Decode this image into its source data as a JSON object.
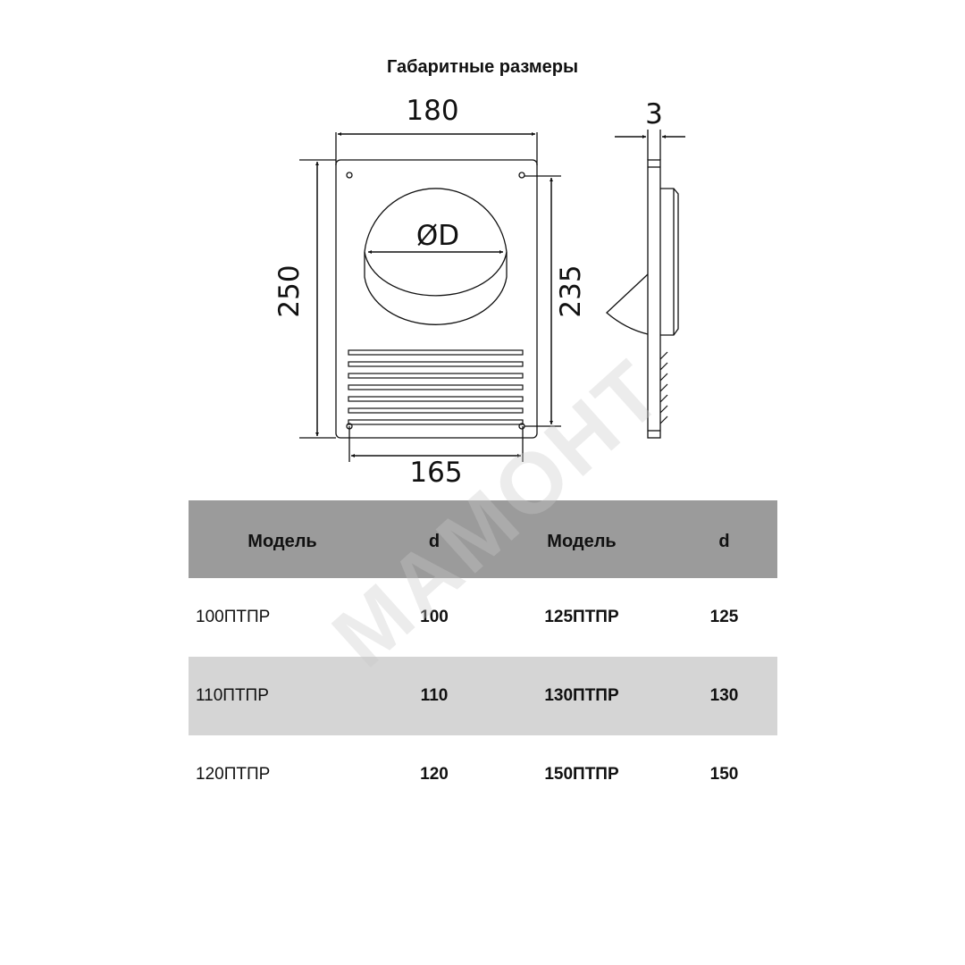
{
  "title": "Габаритные размеры",
  "dimensions": {
    "width": "180",
    "height": "250",
    "mount_height": "235",
    "mount_width": "165",
    "diameter": "ØD",
    "thickness": "3"
  },
  "table": {
    "headers": [
      "Модель",
      "d",
      "Модель",
      "d"
    ],
    "rows": [
      [
        "100ПТПР",
        "100",
        "125ПТПР",
        "125"
      ],
      [
        "110ПТПР",
        "110",
        "130ПТПР",
        "130"
      ],
      [
        "120ПТПР",
        "120",
        "150ПТПР",
        "150"
      ]
    ]
  },
  "watermark": "МАМОНТ",
  "colors": {
    "header_bg": "#9b9b9b",
    "alt_row_bg": "#d5d5d5"
  }
}
